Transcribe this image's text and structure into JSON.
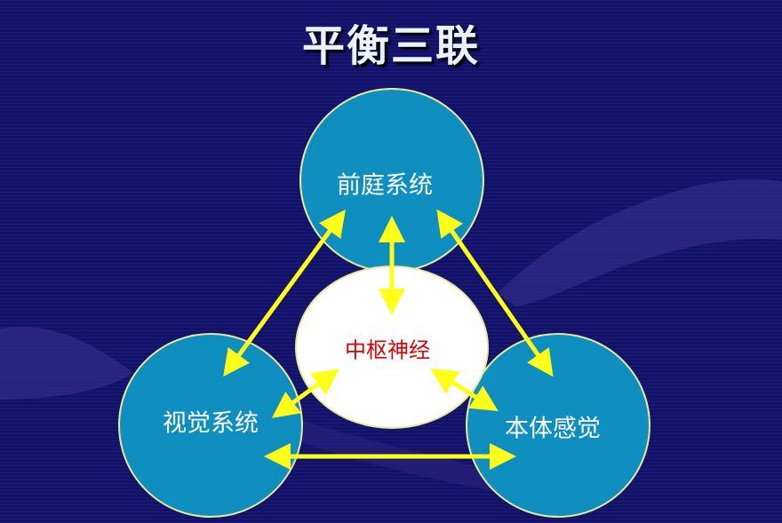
{
  "slide": {
    "title": "平衡三联"
  },
  "nodes": {
    "vestibular": "前庭系统",
    "visual": "视觉系统",
    "proprioception": "本体感觉",
    "central": "中枢神经"
  },
  "colors": {
    "background": "#12126a",
    "circle_fill": "#0f8fbf",
    "circle_stroke": "#e8e89a",
    "center_fill": "#ffffff",
    "arrow": "#ffff1a",
    "center_text": "#e00000"
  }
}
